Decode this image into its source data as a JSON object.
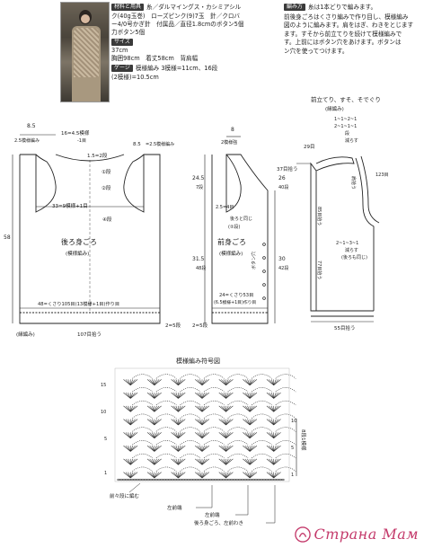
{
  "materials": {
    "label": "材料と用具",
    "line1": "糸／ダルマイングス・カシミアシル",
    "line2": "ク(40g玉巻)　ローズピンク(9)7玉　針／クロバ",
    "line3": "ー4/0号かぎ針　付属品／直径1.8cmのボタン5個",
    "line4": "力ボタン5個"
  },
  "size": {
    "label": "サイズ",
    "line1": "37cm",
    "line2": "胸囲98cm　着丈58cm　背肩幅"
  },
  "gauge": {
    "label": "ゲージ",
    "line1": "模様編み 3模様=11cm、16段",
    "line2": "(2模様)=10.5cm"
  },
  "method": {
    "label": "編み方",
    "line1": "糸は1本どりで編みます。",
    "line2": "前後身ごろはくさり編みで作り目し、模様編み",
    "line3": "図のように編みます。肩をはぎ、わきをとじます",
    "line4": "ます。すそから前立てりを続けて模様編みで",
    "line5": "す。上前にはボタン穴をあけます。ボタンは",
    "line6": "ン穴を使ってつけます。"
  },
  "back": {
    "top_left_width": "8.5",
    "top_left_rows": "2.5模様編み",
    "neck_dec": "16=4.5模様",
    "neck_rows": "-1目",
    "shoulder_row": "1.5=2段",
    "marker1": "①段",
    "marker2": "②段",
    "marker3": "④段",
    "shoulder_width": "8.5",
    "shoulder_rows2": "=2.5模様編み",
    "chest": "33=9模様+1目",
    "title": "後ろ身ごろ",
    "subtitle": "(模様編み)",
    "total_height": "58",
    "bottom": "48=くさり105目(13模様+1目)作り目",
    "hem": "(縁編み)",
    "hem_pickup": "107目拾う",
    "hem_rows": "2=5段"
  },
  "front": {
    "shoulder_width": "8",
    "shoulder_rows": "2模様強",
    "sec1": "24.5",
    "sec1_rows": "7段",
    "sec2": "31.5",
    "sec2_rows": "48段",
    "note1": "2.5=4目",
    "note2": "後ろと同じ",
    "note3": "(②段)",
    "title": "前身ごろ",
    "subtitle": "(模様編み)",
    "right1": "26",
    "right1_rows": "40段",
    "right2": "30",
    "right2_rows": "42段",
    "bottom": "24=くさり53目",
    "bottom_sub": "(6.5模様+1目)作り目",
    "buttonhole": "ボタン穴",
    "hem_rows": "2=5段"
  },
  "placket": {
    "title": "前立てり、すそ、そでぐり",
    "subtitle": "(縁編み)",
    "rows_top": "1~1~2~1",
    "rows_top2": "2~1~1~1",
    "dec1": "段",
    "dec2": "減らす",
    "neck_label": "29目",
    "side_label": "37目拾う",
    "front_pick1": "85目拾う",
    "front_pick2": "77目拾う",
    "sleeve_pick": "123目",
    "side_pick": "肩拾う",
    "rows_mid": "2~1~3~1",
    "rows_mid2": "減らす",
    "rows_mid3": "(後ろも同じ)",
    "bottom_pick": "55目拾う"
  },
  "pattern": {
    "title": "模様編み符号図",
    "repeat_label": "8段1模様",
    "left_label": "前々段に編む",
    "bottom_left": "左前端",
    "bottom_mid": "左前端",
    "bottom_right": "後ろ身ごろ、左前わき",
    "row_numbers": [
      "10",
      "5",
      "1"
    ],
    "left_rows": [
      "15",
      "10",
      "5",
      "1"
    ]
  },
  "watermark": {
    "text": "Страна Мам"
  },
  "colors": {
    "ink": "#222222",
    "accent": "#c43a6b",
    "tag": "#3a3a3a"
  }
}
